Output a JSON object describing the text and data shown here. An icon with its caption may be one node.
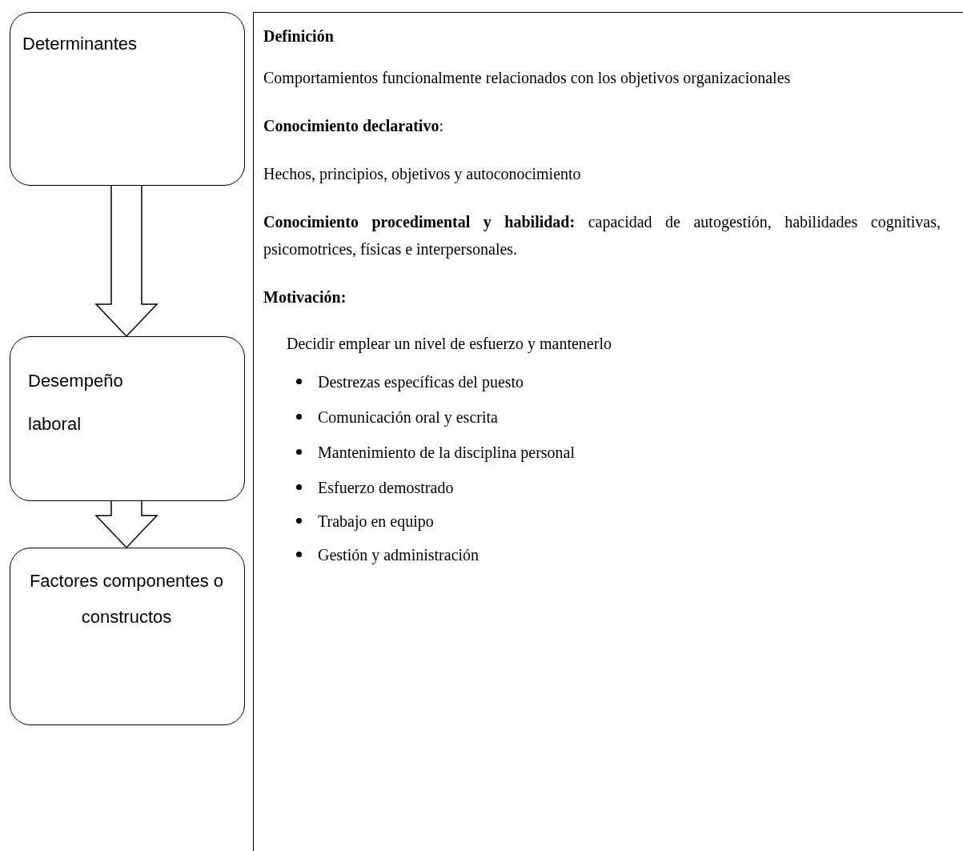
{
  "diagram": {
    "nodes": [
      {
        "text": [
          "Determinantes"
        ]
      },
      {
        "text": [
          "Desempeño laboral"
        ]
      },
      {
        "text": [
          "Factores componentes o constructos"
        ]
      },
      {
        "text": [
          "Definición",
          "Comportamientos funcionalmente relacionados con los objetivos organizacionales",
          "**Conocimiento declarativo**:",
          "Hechos, principios, objetivos y autoconocimiento",
          "**Conocimiento procedimental y habilidad:** capacidad de autogestión, habilidades cognitivas, psicomotrices, físicas e interpersonales.",
          "Motivación:",
          "Decidir emplear un nivel de esfuerzo y mantenerlo",
          "Destrezas específicas del puesto",
          "Comunicación oral y escrita",
          "Mantenimiento de la disciplina personal",
          "Esfuerzo demostrado",
          "Trabajo en equipo",
          "Gestión y administración"
        ]
      }
    ],
    "edges": [
      {
        "from": 0,
        "to": 1,
        "arrow": "to"
      },
      {
        "from": 1,
        "to": 2,
        "arrow": "to"
      }
    ]
  }
}
